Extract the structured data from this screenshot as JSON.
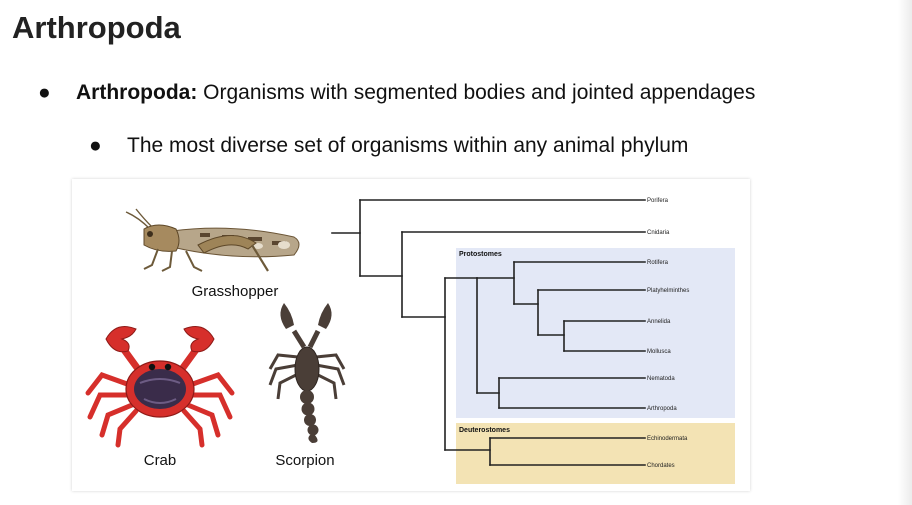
{
  "slide": {
    "title": "Arthropoda",
    "bullet1_term": "Arthropoda:",
    "bullet1_text": " Organisms with segmented bodies and jointed appendages",
    "bullet2_text": "The most diverse set of organisms within any animal phylum",
    "bullet_glyph": "●"
  },
  "figure": {
    "animals": {
      "grasshopper": "Grasshopper",
      "crab": "Crab",
      "scorpion": "Scorpion"
    },
    "tree": {
      "taxa": {
        "porifera": "Porifera",
        "cnidaria": "Cnidaria",
        "rotifera": "Rotifera",
        "platyhelminthes": "Platyhelminthes",
        "annelida": "Annelida",
        "mollusca": "Mollusca",
        "nematoda": "Nematoda",
        "arthropoda": "Arthropoda",
        "echinodermata": "Echinodermata",
        "chordates": "Chordates"
      },
      "groups": {
        "protostomes": "Protostomes",
        "deuterostomes": "Deuterostomes"
      }
    },
    "colors": {
      "protostome_box": "#e3e8f6",
      "deuterostome_box": "#f3e3b4",
      "branch": "#222222",
      "crab": "#d62f2b",
      "scorpion": "#4a3e37",
      "grasshopper": "#a68a5f"
    }
  }
}
